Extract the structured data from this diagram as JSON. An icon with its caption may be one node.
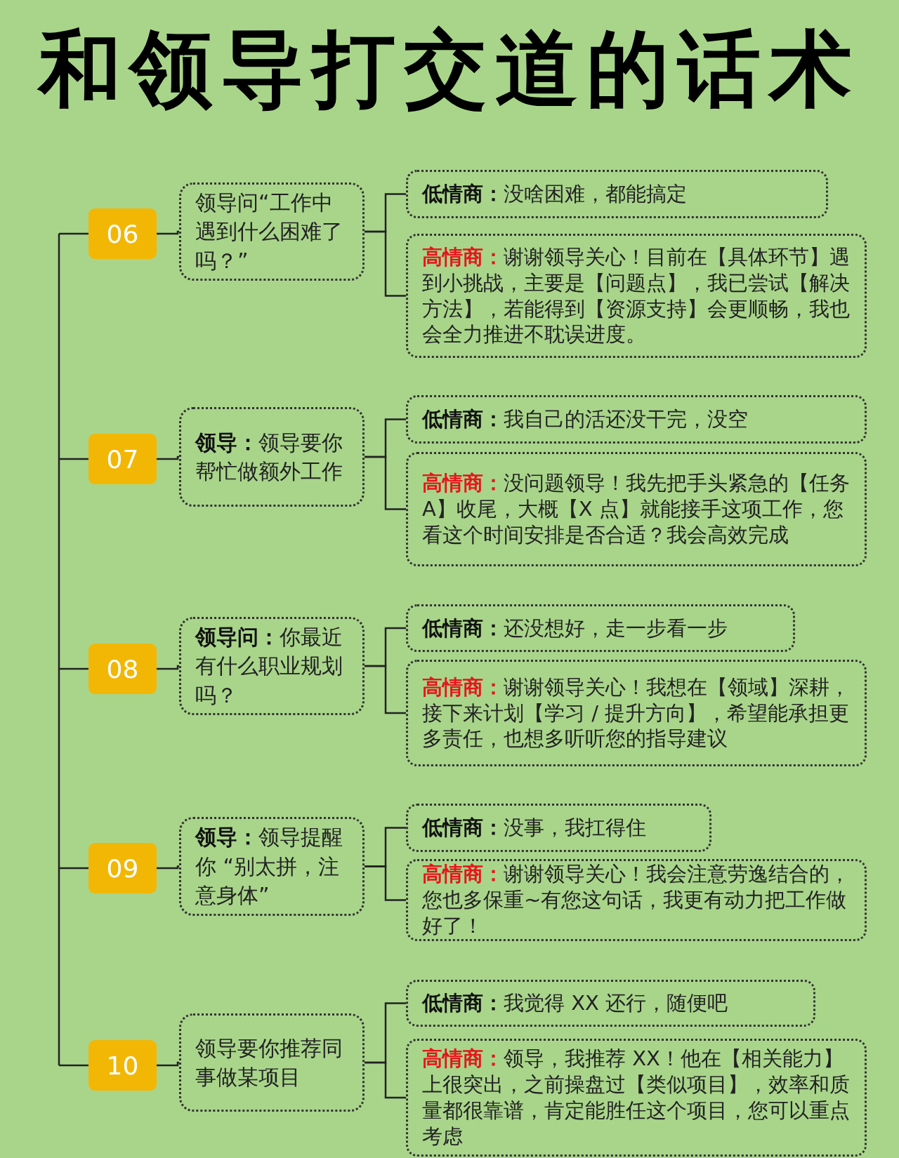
{
  "diagram": {
    "title": "和领导打交道的话术",
    "nodes": [
      {
        "text": [
          "06"
        ]
      },
      {
        "text": [
          "领导问“工作中遇到什么困难了吗？”"
        ]
      },
      {
        "text": [
          "**低情商：**没啥困难，都能搞定"
        ]
      },
      {
        "text": [
          "**高情商：**谢谢领导关心！目前在【具体环节】遇到小挑战，主要是【问题点】，我已尝试【解决方法】，若能得到【资源支持】会更顺畅，我也会全力推进不耽误进度。"
        ]
      },
      {
        "text": [
          "07"
        ]
      },
      {
        "text": [
          "**领导：**领导要你帮忙做额外工作"
        ]
      },
      {
        "text": [
          "**低情商：**我自己的活还没干完，没空"
        ]
      },
      {
        "text": [
          "**高情商：**没问题领导！我先把手头紧急的【任务 A】收尾，大概【X 点】就能接手这项工作，您看这个时间安排是否合适？我会高效完成"
        ]
      },
      {
        "text": [
          "08"
        ]
      },
      {
        "text": [
          "**领导问：**你最近有什么职业规划吗？"
        ]
      },
      {
        "text": [
          "**低情商：**还没想好，走一步看一步"
        ]
      },
      {
        "text": [
          "**高情商：**谢谢领导关心！我想在【领域】深耕，接下来计划【学习 / 提升方向】，希望能承担更多责任，也想多听听您的指导建议"
        ]
      },
      {
        "text": [
          "09"
        ]
      },
      {
        "text": [
          "**领导：**领导提醒你 “别太拼，注意身体”"
        ]
      },
      {
        "text": [
          "**低情商：**没事，我扛得住"
        ]
      },
      {
        "text": [
          "**高情商：**谢谢领导关心！我会注意劳逸结合的，您也多保重~有您这句话，我更有动力把工作做好了！"
        ]
      },
      {
        "text": [
          "10"
        ]
      },
      {
        "text": [
          "领导要你推荐同事做某项目"
        ]
      },
      {
        "text": [
          "**低情商：**我觉得 XX 还行，随便吧"
        ]
      },
      {
        "text": [
          "**高情商：**领导，我推荐 XX！他在【相关能力】上很突出，之前操盘过【类似项目】，效率和质量都很靠谱，肯定能胜任这个项目，您可以重点考虑"
        ]
      }
    ],
    "edges": [
      {
        "from": 0,
        "to": 1,
        "arrow": "none"
      },
      {
        "from": 1,
        "to": 2,
        "arrow": "none"
      },
      {
        "from": 1,
        "to": 3,
        "arrow": "none"
      },
      {
        "from": 4,
        "to": 5,
        "arrow": "none"
      },
      {
        "from": 5,
        "to": 6,
        "arrow": "none"
      },
      {
        "from": 5,
        "to": 7,
        "arrow": "none"
      },
      {
        "from": 8,
        "to": 9,
        "arrow": "none"
      },
      {
        "from": 9,
        "to": 10,
        "arrow": "none"
      },
      {
        "from": 9,
        "to": 11,
        "arrow": "none"
      },
      {
        "from": 12,
        "to": 13,
        "arrow": "none"
      },
      {
        "from": 13,
        "to": 14,
        "arrow": "none"
      },
      {
        "from": 13,
        "to": 15,
        "arrow": "none"
      },
      {
        "from": 16,
        "to": 17,
        "arrow": "none"
      },
      {
        "from": 17,
        "to": 18,
        "arrow": "none"
      },
      {
        "from": 17,
        "to": 19,
        "arrow": "none"
      }
    ]
  }
}
